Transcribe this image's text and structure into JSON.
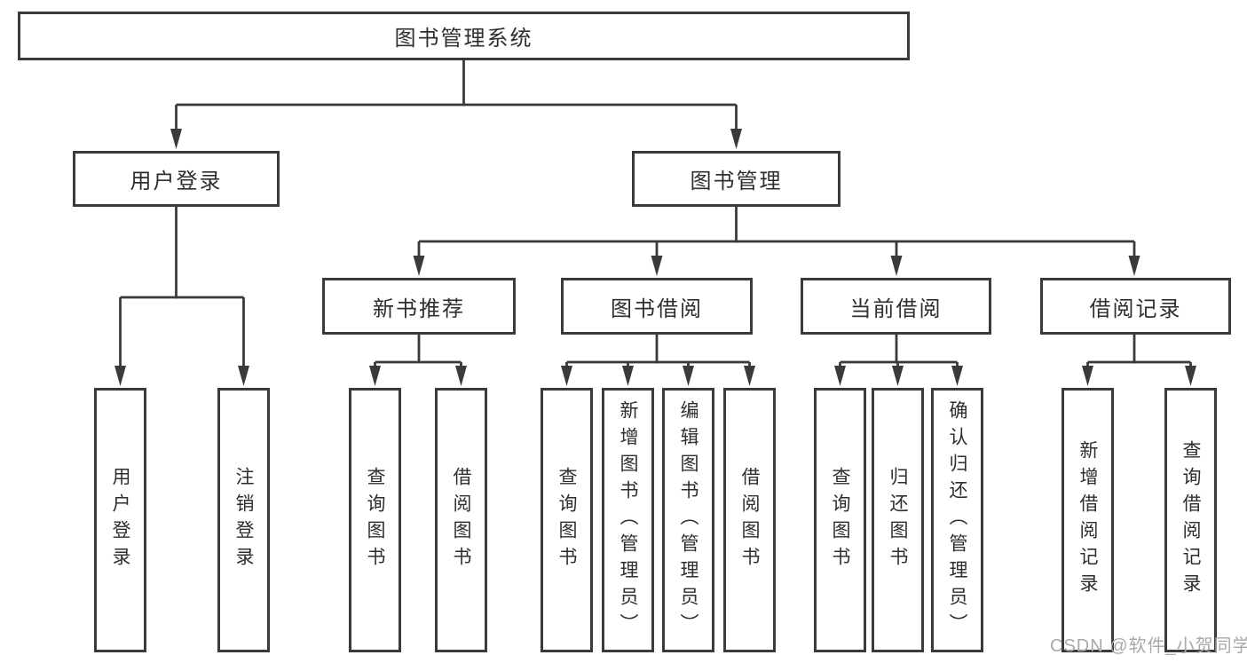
{
  "tree": {
    "label": "图书管理系统",
    "children": [
      {
        "label": "用户登录",
        "children": [
          {
            "label": "用户登录"
          },
          {
            "label": "注销登录"
          }
        ]
      },
      {
        "label": "图书管理",
        "children": [
          {
            "label": "新书推荐",
            "children": [
              {
                "label": "查询图书"
              },
              {
                "label": "借阅图书"
              }
            ]
          },
          {
            "label": "图书借阅",
            "children": [
              {
                "label": "查询图书"
              },
              {
                "label": "新增图书（管理员）"
              },
              {
                "label": "编辑图书（管理员）"
              },
              {
                "label": "借阅图书"
              }
            ]
          },
          {
            "label": "当前借阅",
            "children": [
              {
                "label": "查询图书"
              },
              {
                "label": "归还图书"
              },
              {
                "label": "确认归还（管理员）"
              }
            ]
          },
          {
            "label": "借阅记录",
            "children": [
              {
                "label": "新增借阅记录"
              },
              {
                "label": "查询借阅记录"
              }
            ]
          }
        ]
      }
    ]
  },
  "watermark": {
    "text": "CSDN @软件_小贺同学"
  },
  "colors": {
    "line": "#3a3a3a",
    "text": "#2e2e2e",
    "watermark": "#a8a8b0",
    "background": "#ffffff"
  }
}
